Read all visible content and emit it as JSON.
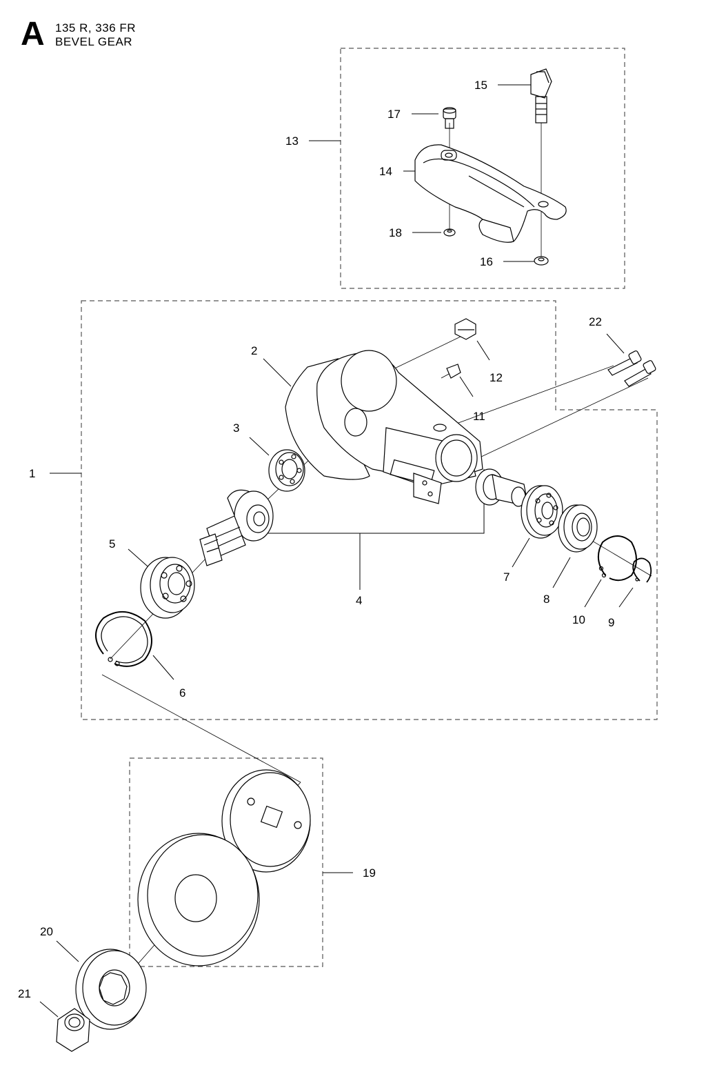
{
  "header": {
    "section_letter": "A",
    "model_line": "135 R, 336 FR",
    "title_line": "BEVEL GEAR"
  },
  "callouts": [
    {
      "id": "1",
      "label": "1"
    },
    {
      "id": "2",
      "label": "2"
    },
    {
      "id": "3",
      "label": "3"
    },
    {
      "id": "4",
      "label": "4"
    },
    {
      "id": "5",
      "label": "5"
    },
    {
      "id": "6",
      "label": "6"
    },
    {
      "id": "7",
      "label": "7"
    },
    {
      "id": "8",
      "label": "8"
    },
    {
      "id": "9",
      "label": "9"
    },
    {
      "id": "10",
      "label": "10"
    },
    {
      "id": "11",
      "label": "11"
    },
    {
      "id": "12",
      "label": "12"
    },
    {
      "id": "13",
      "label": "13"
    },
    {
      "id": "14",
      "label": "14"
    },
    {
      "id": "15",
      "label": "15"
    },
    {
      "id": "16",
      "label": "16"
    },
    {
      "id": "17",
      "label": "17"
    },
    {
      "id": "18",
      "label": "18"
    },
    {
      "id": "19",
      "label": "19"
    },
    {
      "id": "20",
      "label": "20"
    },
    {
      "id": "21",
      "label": "21"
    },
    {
      "id": "22",
      "label": "22"
    }
  ]
}
